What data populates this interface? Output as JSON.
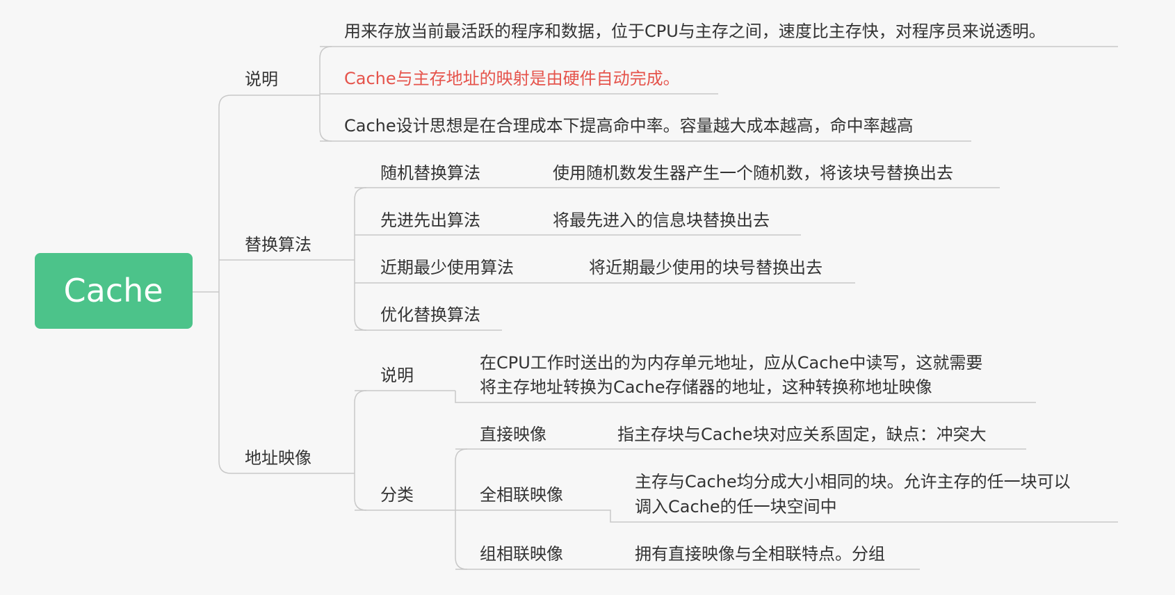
{
  "colors": {
    "root_fill": "#4cc38a",
    "root_text": "#ffffff",
    "line": "#c8c8c8",
    "text": "#333333",
    "emphasis": "#e5534b",
    "background": "#f7f7f7"
  },
  "root": {
    "label": "Cache"
  },
  "branches": [
    {
      "label": "说明",
      "items": [
        {
          "text": "用来存放当前最活跃的程序和数据，位于CPU与主存之间，速度比主存快，对程序员来说透明。"
        },
        {
          "text": "Cache与主存地址的映射是由硬件自动完成。",
          "emphasis": true
        },
        {
          "text": "Cache设计思想是在合理成本下提高命中率。容量越大成本越高，命中率越高"
        }
      ]
    },
    {
      "label": "替换算法",
      "items": [
        {
          "label": "随机替换算法",
          "desc": "使用随机数发生器产生一个随机数，将该块号替换出去"
        },
        {
          "label": "先进先出算法",
          "desc": "将最先进入的信息块替换出去"
        },
        {
          "label": "近期最少使用算法",
          "desc": "将近期最少使用的块号替换出去"
        },
        {
          "label": "优化替换算法"
        }
      ]
    },
    {
      "label": "地址映像",
      "items": [
        {
          "label": "说明",
          "desc_lines": [
            "在CPU工作时送出的为内存单元地址，应从Cache中读写，这就需要",
            "将主存地址转换为Cache存储器的地址，这种转换称地址映像"
          ]
        },
        {
          "label": "分类",
          "children": [
            {
              "label": "直接映像",
              "desc_lines": [
                "指主存块与Cache块对应关系固定，缺点：冲突大"
              ]
            },
            {
              "label": "全相联映像",
              "desc_lines": [
                "主存与Cache均分成大小相同的块。允许主存的任一块可以",
                "调入Cache的任一块空间中"
              ]
            },
            {
              "label": "组相联映像",
              "desc_lines": [
                "拥有直接映像与全相联特点。分组"
              ]
            }
          ]
        }
      ]
    }
  ]
}
